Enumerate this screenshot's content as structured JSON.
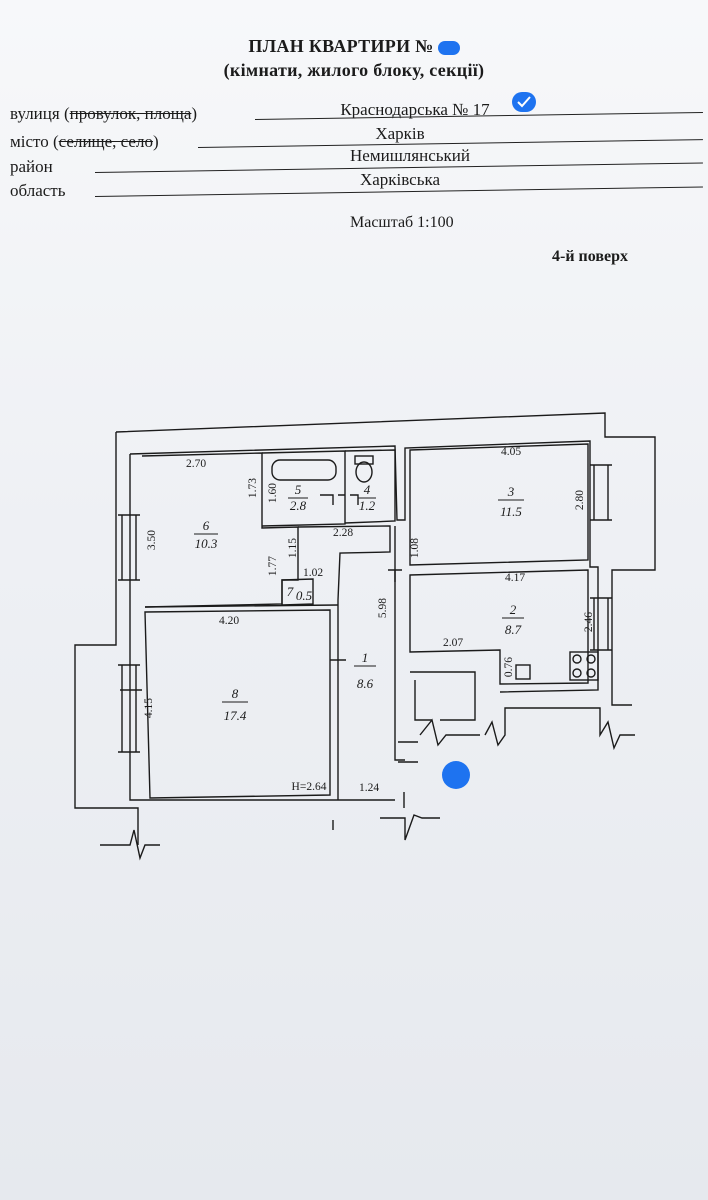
{
  "header": {
    "title": "ПЛАН КВАРТИРИ №",
    "subtitle": "(кімнати, жилого блоку, секції)"
  },
  "address": {
    "street_label_plain": "вулиця (",
    "street_label_struck": "провулок, площа",
    "street_label_end": ")",
    "street_value": "Краснодарська № 17",
    "city_label_plain": "місто (",
    "city_label_struck": "селище, село",
    "city_label_end": ")",
    "city_value": "Харків",
    "district_label": "район",
    "district_value": "Немишлянський",
    "region_label": "область",
    "region_value": "Харківська"
  },
  "scale": "Масштаб 1:100",
  "floor": "4-й поверх",
  "rooms": [
    {
      "id": "1",
      "num": "1",
      "area": "8.6"
    },
    {
      "id": "2",
      "num": "2",
      "area": "8.7"
    },
    {
      "id": "3",
      "num": "3",
      "area": "11.5"
    },
    {
      "id": "4",
      "num": "4",
      "area": "1.2"
    },
    {
      "id": "5",
      "num": "5",
      "area": "2.8"
    },
    {
      "id": "6",
      "num": "6",
      "area": "10.3"
    },
    {
      "id": "7",
      "num": "7",
      "area": "0.5"
    },
    {
      "id": "8",
      "num": "8",
      "area": "17.4"
    }
  ],
  "dimensions": {
    "d_270": "2.70",
    "d_173": "1.73",
    "d_160": "1.60",
    "d_350": "3.50",
    "d_177": "1.77",
    "d_115": "1.15",
    "d_228": "2.28",
    "d_102": "1.02",
    "d_405": "4.05",
    "d_280": "2.80",
    "d_108": "1.08",
    "d_417": "4.17",
    "d_598": "5.98",
    "d_246": "2.46",
    "d_207": "2.07",
    "d_076": "0.76",
    "d_420": "4.20",
    "d_415": "4.15",
    "d_124": "1.24",
    "height": "H=2.64"
  },
  "colors": {
    "ink": "#1b1b1b",
    "redaction": "#1e73f0",
    "paper": "#f2f4f7"
  }
}
